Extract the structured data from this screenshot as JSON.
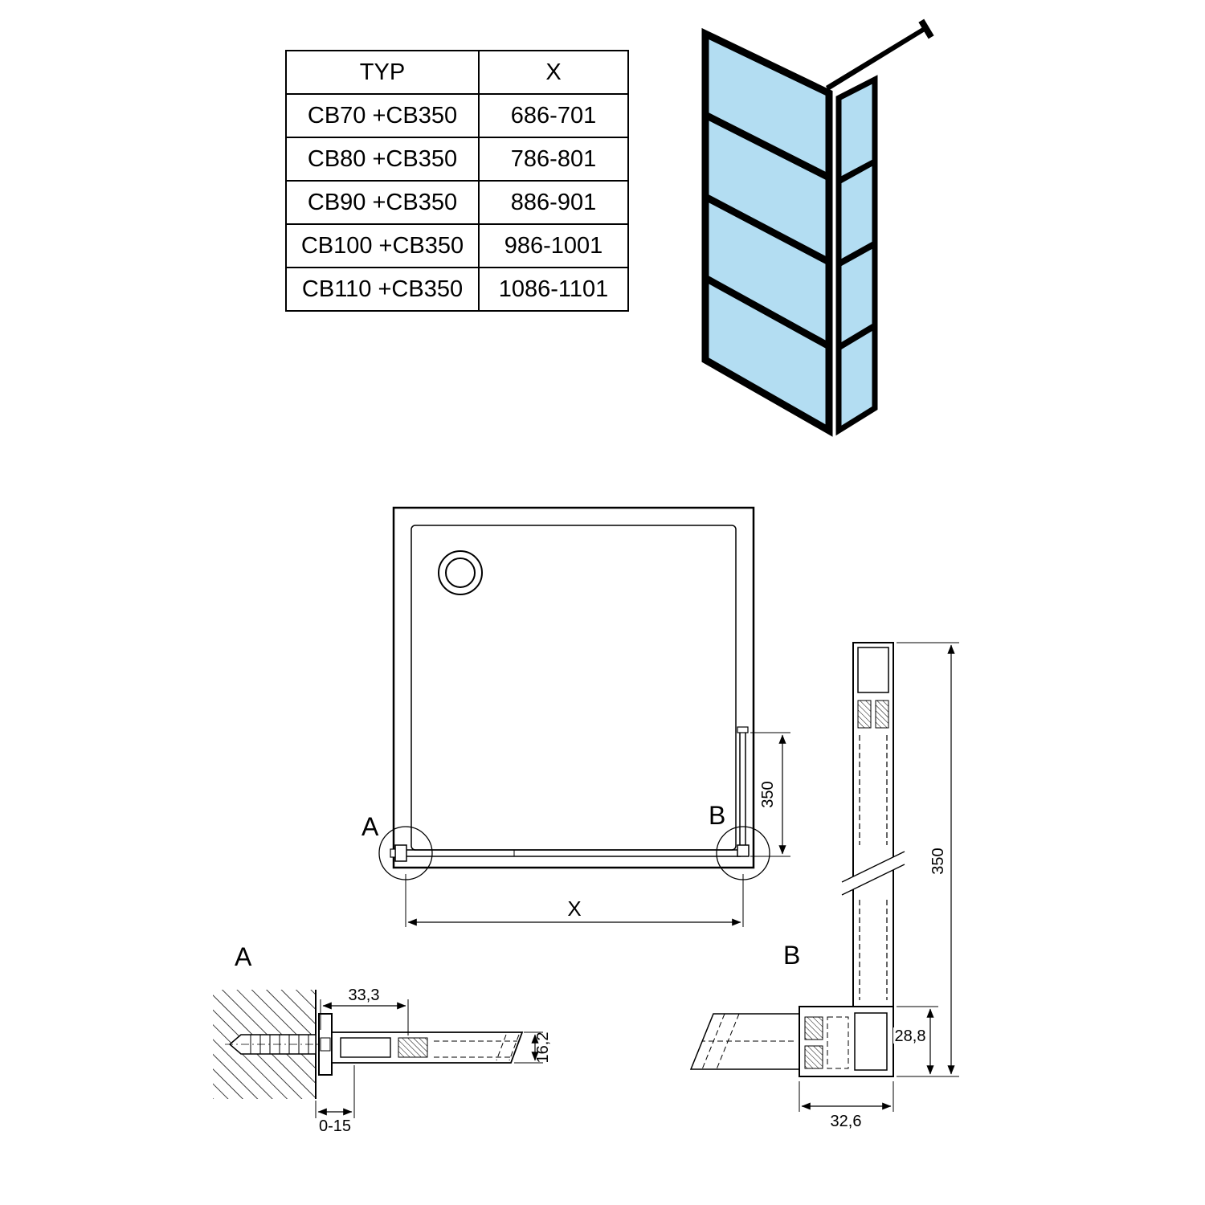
{
  "table": {
    "headers": {
      "typ": "TYP",
      "x": "X"
    },
    "rows": [
      {
        "typ": "CB70 +CB350",
        "x": "686-701"
      },
      {
        "typ": "CB80 +CB350",
        "x": "786-801"
      },
      {
        "typ": "CB90 +CB350",
        "x": "886-901"
      },
      {
        "typ": "CB100 +CB350",
        "x": "986-1001"
      },
      {
        "typ": "CB110 +CB350",
        "x": "1086-1101"
      }
    ]
  },
  "plan": {
    "label_a": "A",
    "label_b": "B",
    "dim_return": "350",
    "dim_width": "X"
  },
  "detail_a": {
    "label": "A",
    "dim_top": "33,3",
    "dim_height": "16,2",
    "dim_adjust": "0-15"
  },
  "detail_b": {
    "label": "B",
    "dim_height": "350",
    "dim_bottom_height": "28,8",
    "dim_bottom_width": "32,6"
  },
  "colors": {
    "glass": "#b3ddf2",
    "frame": "#000000",
    "line": "#000000"
  }
}
